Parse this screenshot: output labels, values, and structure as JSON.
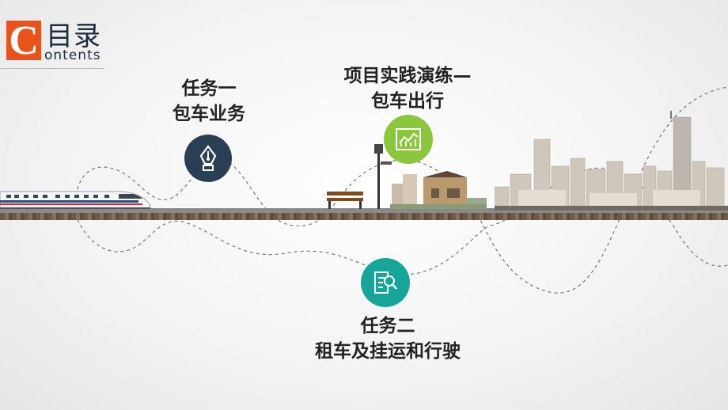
{
  "logo": {
    "letter": "C",
    "title": "目录",
    "subtitle": "ontents"
  },
  "items": [
    {
      "line1": "任务一",
      "line2": "包车业务",
      "icon": "fountain-pen-icon",
      "color": "#2a3f54"
    },
    {
      "line1": "项目实践演练—",
      "line2": "包车出行",
      "icon": "chart-icon",
      "color": "#8cc63f"
    },
    {
      "line1": "任务二",
      "line2": "租车及挂运和行驶",
      "icon": "document-search-icon",
      "color": "#17a59a"
    }
  ]
}
